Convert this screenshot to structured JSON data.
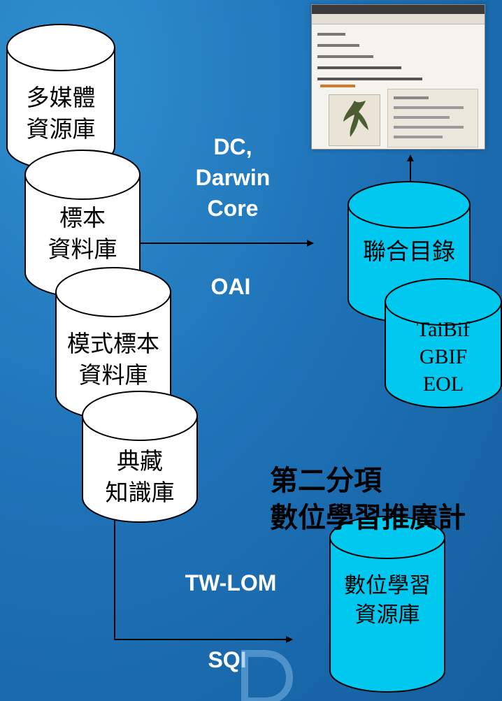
{
  "databases": {
    "multimedia": [
      "多媒體",
      "資源庫"
    ],
    "specimen": [
      "標本",
      "資料庫"
    ],
    "type_specimen": [
      "模式標本",
      "資料庫"
    ],
    "collection": [
      "典藏",
      "知識庫"
    ],
    "union_catalog": [
      "聯合目錄"
    ],
    "partners": [
      "TaiBif",
      "GBIF",
      "EOL"
    ],
    "learning": [
      "數位學習",
      "資源庫"
    ]
  },
  "protocols": {
    "top": [
      "DC,",
      "Darwin",
      "Core"
    ],
    "oai": "OAI",
    "lom": "TW-LOM",
    "sqi": "SQI"
  },
  "headline": [
    "第二分項",
    "數位學習推廣計"
  ],
  "colors": {
    "background": "#1f73b8",
    "db_white": "#ffffff",
    "db_cyan": "#00c8ef",
    "protocol_text": "#ffffff",
    "headline_text": "#000000"
  },
  "icons": {
    "screenshot": "catalog-webpage-thumbnail",
    "watermark": "logo-watermark"
  }
}
